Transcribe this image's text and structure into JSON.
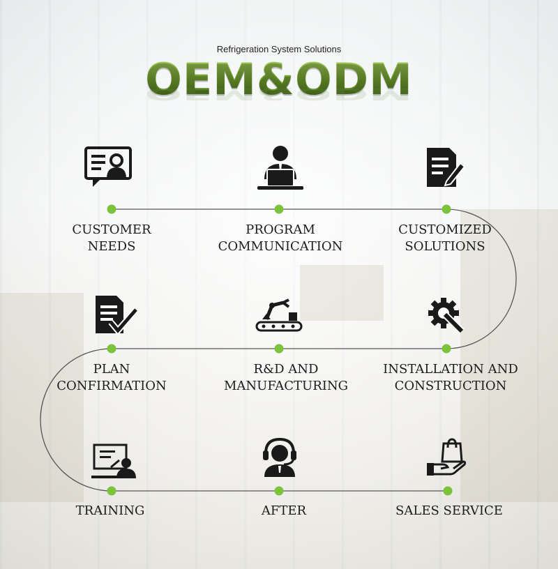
{
  "header": {
    "subtitle": "Refrigeration System Solutions",
    "title": "OEM&ODM"
  },
  "steps": [
    {
      "line1": "CUSTOMER",
      "line2": "NEEDS",
      "icon": "customer-id-icon"
    },
    {
      "line1": "PROGRAM",
      "line2": "COMMUNICATION",
      "icon": "person-laptop-icon"
    },
    {
      "line1": "CUSTOMIZED",
      "line2": "SOLUTIONS",
      "icon": "document-edit-icon"
    },
    {
      "line1": "PLAN",
      "line2": "CONFIRMATION",
      "icon": "document-check-icon"
    },
    {
      "line1": "R&D AND",
      "line2": "MANUFACTURING",
      "icon": "robot-conveyor-icon"
    },
    {
      "line1": "INSTALLATION AND",
      "line2": "CONSTRUCTION",
      "icon": "gear-wrench-icon"
    },
    {
      "line1": "TRAINING",
      "line2": "",
      "icon": "teacher-board-icon"
    },
    {
      "line1": "AFTER",
      "line2": "",
      "icon": "headset-agent-icon"
    },
    {
      "line1": "SALES SERVICE",
      "line2": "",
      "icon": "hand-bag-icon"
    }
  ],
  "colors": {
    "accent": "#7bc33a",
    "title_green": "#5c8c1f",
    "line": "#555555",
    "icon": "#1a1a1a"
  }
}
